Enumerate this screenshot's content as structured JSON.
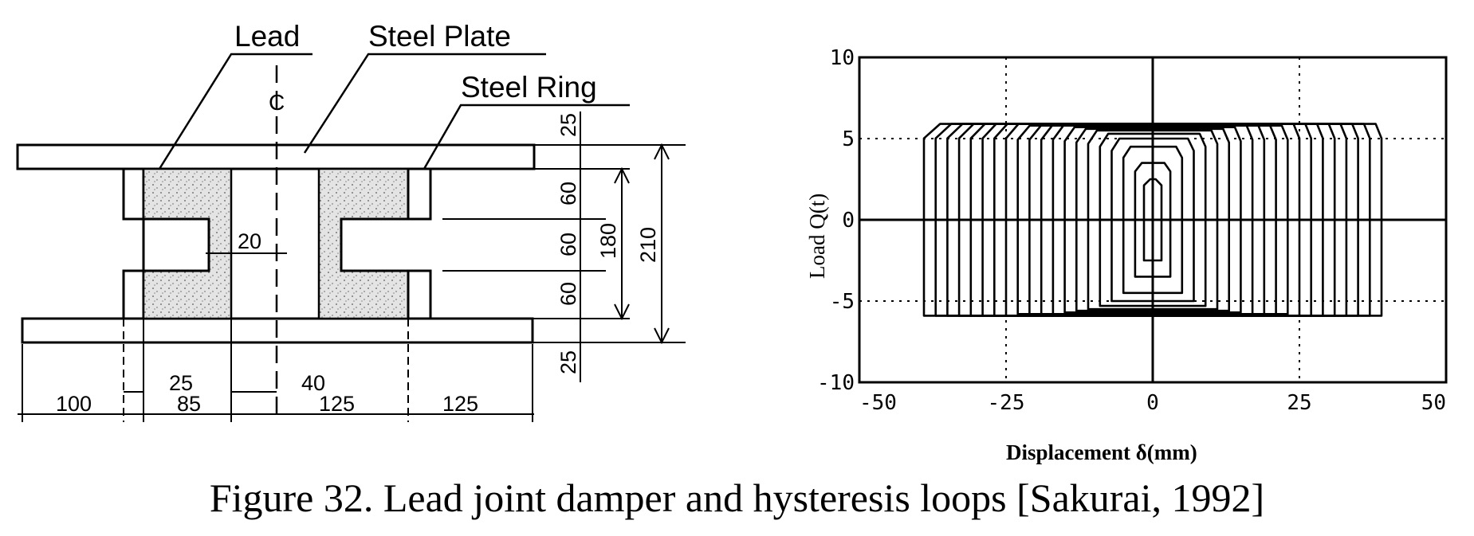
{
  "damper": {
    "labels": {
      "lead": "Lead",
      "steel_plate": "Steel Plate",
      "steel_ring": "Steel Ring",
      "centerline": "C"
    },
    "dims": {
      "top_plate": "25",
      "upper": "60",
      "middle": "60",
      "lower": "60",
      "bottom_plate": "25",
      "inner_height": "180",
      "total_height": "210",
      "neck": "20",
      "ring": "25",
      "gap": "40",
      "seg1": "100",
      "seg2": "85",
      "seg3": "125",
      "seg4": "125"
    }
  },
  "chart_data": {
    "type": "line",
    "title": "",
    "xlabel": "Displacement δ(mm)",
    "ylabel": "Load Q(t)",
    "xlim": [
      -50,
      50
    ],
    "ylim": [
      -10,
      10
    ],
    "xticks": [
      "-50",
      "-25",
      "0",
      "25",
      "50"
    ],
    "yticks": [
      "-10",
      "-5",
      "0",
      "5",
      "10"
    ],
    "grid": "dotted at ±25 and ±5",
    "loops": [
      {
        "amplitude": 1.5,
        "peak_load": 2.5
      },
      {
        "amplitude": 3,
        "peak_load": 3.5
      },
      {
        "amplitude": 5,
        "peak_load": 4.5
      },
      {
        "amplitude": 7,
        "peak_load": 5
      },
      {
        "amplitude": 9,
        "peak_load": 5.3
      },
      {
        "amplitude": 11,
        "peak_load": 5.5
      },
      {
        "amplitude": 13,
        "peak_load": 5.6
      },
      {
        "amplitude": 15,
        "peak_load": 5.7
      },
      {
        "amplitude": 17,
        "peak_load": 5.8
      },
      {
        "amplitude": 19,
        "peak_load": 5.8
      },
      {
        "amplitude": 21,
        "peak_load": 5.8
      },
      {
        "amplitude": 23,
        "peak_load": 5.8
      },
      {
        "amplitude": 25,
        "peak_load": 5.9
      },
      {
        "amplitude": 27,
        "peak_load": 5.9
      },
      {
        "amplitude": 29,
        "peak_load": 5.9
      },
      {
        "amplitude": 31,
        "peak_load": 5.9
      },
      {
        "amplitude": 33,
        "peak_load": 5.9
      },
      {
        "amplitude": 35,
        "peak_load": 5.9
      },
      {
        "amplitude": 37,
        "peak_load": 5.9
      },
      {
        "amplitude": 39,
        "peak_load": 5.9
      }
    ]
  },
  "caption": "Figure 32.  Lead joint damper and hysteresis loops [Sakurai, 1992]"
}
